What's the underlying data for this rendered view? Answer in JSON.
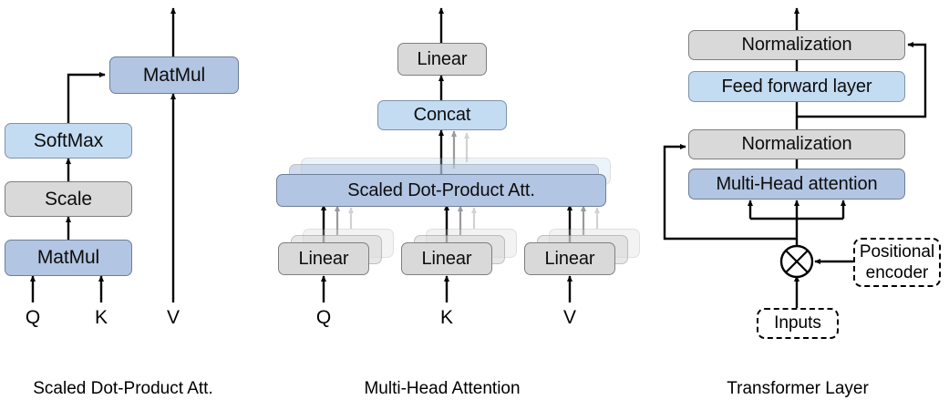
{
  "figure": {
    "title": "Transformer architecture components",
    "background": "#ffffff"
  },
  "colors": {
    "blue_dark": "#b2c5e2",
    "blue_light": "#c3dcf2",
    "grey": "#d9d9d9",
    "stroke": "#000000",
    "box_border": "#7f7f7f",
    "ghost_border": "#9b9b9b",
    "text": "#000000"
  },
  "panels": [
    {
      "id": "scaled-dot-product-attention",
      "caption": "Scaled Dot-Product Att.",
      "nodes": [
        {
          "id": "matmul-top",
          "label": "MatMul",
          "fill": "blue_dark"
        },
        {
          "id": "softmax",
          "label": "SoftMax",
          "fill": "blue_light"
        },
        {
          "id": "scale",
          "label": "Scale",
          "fill": "grey"
        },
        {
          "id": "matmul-bottom",
          "label": "MatMul",
          "fill": "blue_dark"
        }
      ],
      "inputs": [
        {
          "id": "input-q",
          "label": "Q"
        },
        {
          "id": "input-k",
          "label": "K"
        },
        {
          "id": "input-v",
          "label": "V"
        }
      ]
    },
    {
      "id": "multi-head-attention",
      "caption": "Multi-Head Attention",
      "nodes": [
        {
          "id": "linear-out",
          "label": "Linear",
          "fill": "grey"
        },
        {
          "id": "concat",
          "label": "Concat",
          "fill": "blue_light"
        },
        {
          "id": "sdpa",
          "label": "Scaled Dot-Product Att.",
          "fill": "blue_dark",
          "stacked": 2
        },
        {
          "id": "linear-q",
          "label": "Linear",
          "fill": "grey",
          "stacked": 2
        },
        {
          "id": "linear-k",
          "label": "Linear",
          "fill": "grey",
          "stacked": 2
        },
        {
          "id": "linear-v",
          "label": "Linear",
          "fill": "grey",
          "stacked": 2
        }
      ],
      "inputs": [
        {
          "id": "input-q",
          "label": "Q"
        },
        {
          "id": "input-k",
          "label": "K"
        },
        {
          "id": "input-v",
          "label": "V"
        }
      ]
    },
    {
      "id": "transformer-layer",
      "caption": "Transformer Layer",
      "nodes": [
        {
          "id": "normalization-top",
          "label": "Normalization",
          "fill": "grey"
        },
        {
          "id": "feed-forward-layer",
          "label": "Feed forward layer",
          "fill": "blue_light"
        },
        {
          "id": "normalization-bottom",
          "label": "Normalization",
          "fill": "grey"
        },
        {
          "id": "multi-head-attention",
          "label": "Multi-Head attention",
          "fill": "blue_dark"
        }
      ],
      "dashed_nodes": [
        {
          "id": "positional-encoder",
          "label": "Positional encoder"
        },
        {
          "id": "inputs",
          "label": "Inputs"
        }
      ],
      "operators": [
        {
          "id": "elementwise-multiply",
          "symbol": "circle-times"
        }
      ]
    }
  ],
  "captions": {
    "left": "Scaled Dot-Product Att.",
    "middle": "Multi-Head Attention",
    "right": "Transformer Layer"
  },
  "labels": {
    "matmul": "MatMul",
    "softmax": "SoftMax",
    "scale": "Scale",
    "linear": "Linear",
    "concat": "Concat",
    "sdpa": "Scaled Dot-Product Att.",
    "normalization": "Normalization",
    "feed_forward": "Feed forward layer",
    "multi_head_attention": "Multi-Head attention",
    "positional_encoder": "Positional encoder",
    "inputs": "Inputs",
    "q": "Q",
    "k": "K",
    "v": "V"
  }
}
